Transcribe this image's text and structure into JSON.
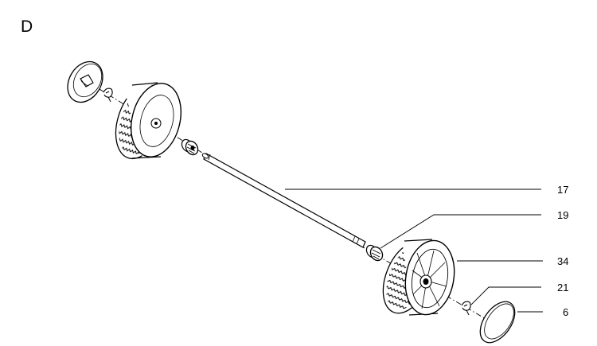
{
  "diagram": {
    "section_letter": "D",
    "callouts": [
      {
        "id": "axle",
        "label": "17"
      },
      {
        "id": "spacer-bushing",
        "label": "19"
      },
      {
        "id": "wheel",
        "label": "34"
      },
      {
        "id": "retaining-clip",
        "label": "21"
      },
      {
        "id": "hub-cap",
        "label": "6"
      }
    ]
  }
}
